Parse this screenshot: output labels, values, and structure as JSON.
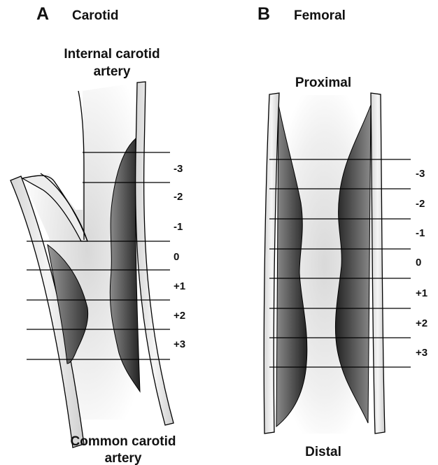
{
  "panels": [
    {
      "letter": "A",
      "title": "Carotid",
      "top_label_line1": "Internal carotid",
      "top_label_line2": "artery",
      "bottom_label_line1": "Common carotid",
      "bottom_label_line2": "artery",
      "segments": [
        "-3",
        "-2",
        "-1",
        "0",
        "+1",
        "+2",
        "+3"
      ]
    },
    {
      "letter": "B",
      "title": "Femoral",
      "top_label": "Proximal",
      "bottom_label": "Distal",
      "segments": [
        "-3",
        "-2",
        "-1",
        "0",
        "+1",
        "+2",
        "+3"
      ]
    }
  ],
  "colors": {
    "wall_fill": "#e6e6e6",
    "plaque_dark": "#2a2a2a",
    "plaque_light": "#9a9a9a",
    "line": "#000000"
  }
}
